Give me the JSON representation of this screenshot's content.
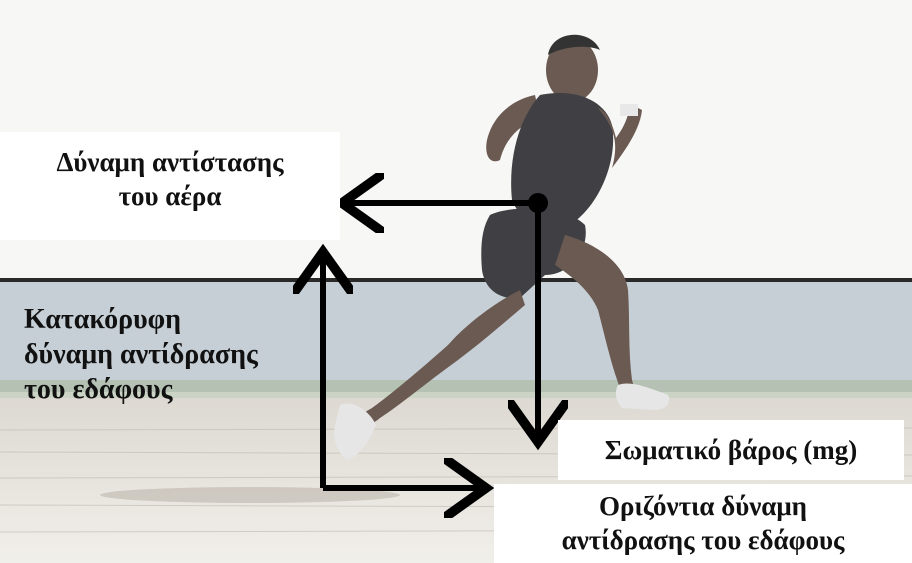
{
  "labels": {
    "air_resistance": [
      "Δύναμη αντίστασης",
      "του αέρα"
    ],
    "vertical_reaction": [
      "Κατακόρυφη",
      "δύναμη αντίδρασης",
      "του εδάφους"
    ],
    "body_weight": "Σωματικό βάρος (mg)",
    "horizontal_reaction": [
      "Οριζόντια δύναμη",
      "αντίδρασης του εδάφους"
    ]
  },
  "colors": {
    "arrow": "#000000",
    "wall": "#c9d1d6",
    "track": "#e6e3dd",
    "runner_skin": "#6b5a52",
    "runner_kit": "#3f3f44"
  }
}
